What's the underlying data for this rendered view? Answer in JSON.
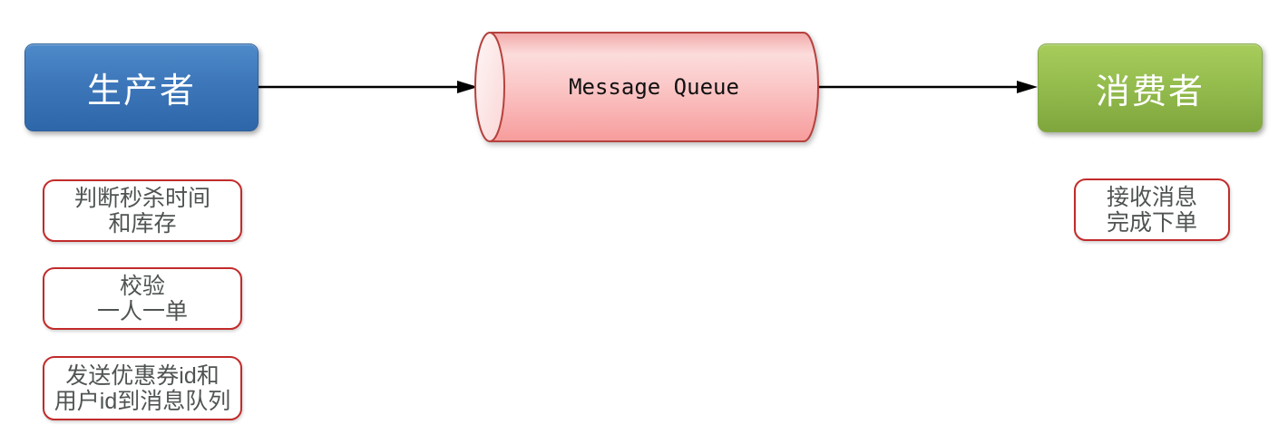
{
  "diagram": {
    "title": "message-queue seckill flow",
    "nodes": {
      "producer": {
        "label": "生产者"
      },
      "queue": {
        "label": "Message Queue"
      },
      "consumer": {
        "label": "消费者"
      }
    },
    "arrows": [
      {
        "name": "producer-to-queue",
        "from": "producer",
        "to": "queue"
      },
      {
        "name": "queue-to-consumer",
        "from": "queue",
        "to": "consumer"
      }
    ],
    "notes": {
      "producer": [
        {
          "line1": "判断秒杀时间",
          "line2": "和库存"
        },
        {
          "line1": "校验",
          "line2": "一人一单"
        },
        {
          "line1": "发送优惠券id和",
          "line2": "用户id到消息队列"
        }
      ],
      "consumer": [
        {
          "line1": "接收消息",
          "line2": "完成下单"
        }
      ]
    },
    "colors": {
      "producer_fill_top": "#4e8aca",
      "producer_fill_bottom": "#2e67a9",
      "consumer_fill_top": "#a7cc5c",
      "consumer_fill_bottom": "#7ea63d",
      "queue_fill_light": "#fdeaea",
      "queue_fill_dark": "#f79c9c",
      "queue_stroke": "#b5423e",
      "note_border": "#c22b2b",
      "note_text": "#4f5453",
      "node_text": "#ffffff",
      "arrow": "#000000",
      "background": "#ffffff"
    }
  }
}
